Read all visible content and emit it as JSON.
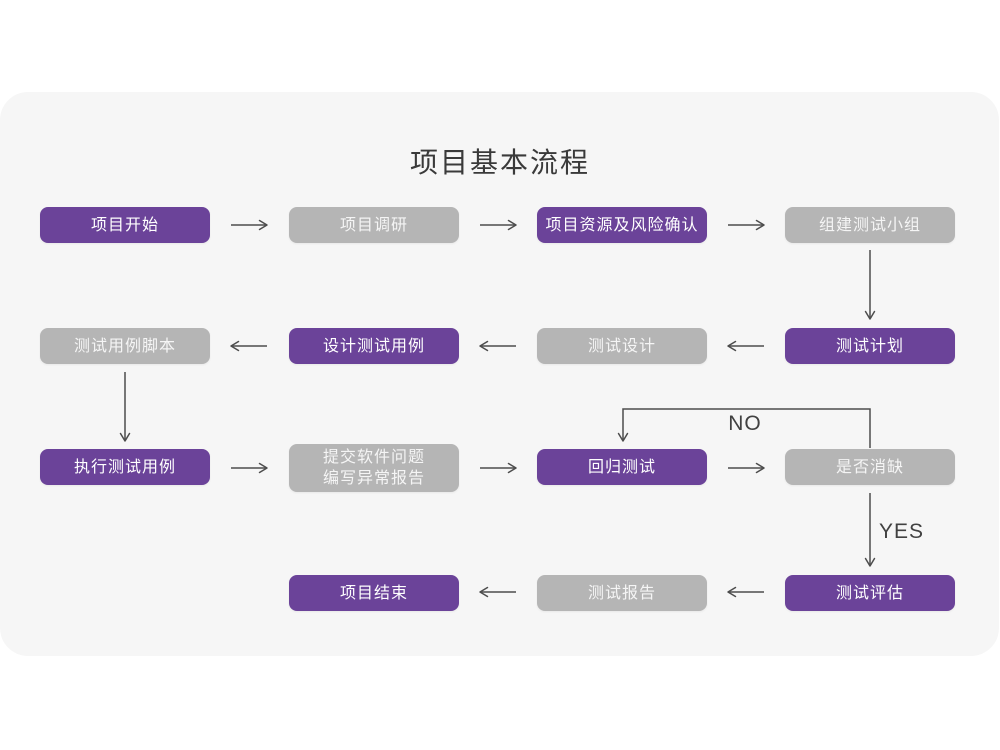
{
  "page": {
    "title": "项目基本流程"
  },
  "flowchart": {
    "nodes": [
      {
        "id": "project-start",
        "label": "项目开始",
        "style": "primary"
      },
      {
        "id": "project-research",
        "label": "项目调研",
        "style": "secondary"
      },
      {
        "id": "resource-risk",
        "label": "项目资源及风险确认",
        "style": "primary"
      },
      {
        "id": "build-test-team",
        "label": "组建测试小组",
        "style": "secondary"
      },
      {
        "id": "test-plan",
        "label": "测试计划",
        "style": "primary"
      },
      {
        "id": "test-design",
        "label": "测试设计",
        "style": "secondary"
      },
      {
        "id": "design-test-case",
        "label": "设计测试用例",
        "style": "primary"
      },
      {
        "id": "test-case-script",
        "label": "测试用例脚本",
        "style": "secondary"
      },
      {
        "id": "execute-test-case",
        "label": "执行测试用例",
        "style": "primary"
      },
      {
        "id": "submit-issues",
        "label": "提交软件问题\n编写异常报告",
        "style": "secondary"
      },
      {
        "id": "regression-test",
        "label": "回归测试",
        "style": "primary"
      },
      {
        "id": "defect-cleared",
        "label": "是否消缺",
        "style": "secondary"
      },
      {
        "id": "test-evaluation",
        "label": "测试评估",
        "style": "primary"
      },
      {
        "id": "test-report",
        "label": "测试报告",
        "style": "secondary"
      },
      {
        "id": "project-end",
        "label": "项目结束",
        "style": "primary"
      }
    ],
    "labels": {
      "no": "NO",
      "yes": "YES"
    },
    "edges": [
      {
        "from": "project-start",
        "to": "project-research"
      },
      {
        "from": "project-research",
        "to": "resource-risk"
      },
      {
        "from": "resource-risk",
        "to": "build-test-team"
      },
      {
        "from": "build-test-team",
        "to": "test-plan"
      },
      {
        "from": "test-plan",
        "to": "test-design"
      },
      {
        "from": "test-design",
        "to": "design-test-case"
      },
      {
        "from": "design-test-case",
        "to": "test-case-script"
      },
      {
        "from": "test-case-script",
        "to": "execute-test-case"
      },
      {
        "from": "execute-test-case",
        "to": "submit-issues"
      },
      {
        "from": "submit-issues",
        "to": "regression-test"
      },
      {
        "from": "regression-test",
        "to": "defect-cleared"
      },
      {
        "from": "defect-cleared",
        "to": "regression-test",
        "label": "NO"
      },
      {
        "from": "defect-cleared",
        "to": "test-evaluation",
        "label": "YES"
      },
      {
        "from": "test-evaluation",
        "to": "test-report"
      },
      {
        "from": "test-report",
        "to": "project-end"
      }
    ]
  },
  "colors": {
    "primary": "#6b4399",
    "secondary": "#b5b5b5",
    "arrow": "#4d4d4d",
    "card_bg": "#f6f6f6",
    "page_bg": "#ffffff",
    "title_text": "#3a3a3a",
    "label_text": "#414141",
    "node_text": "#ffffff",
    "secondary_text": "#f5f5f5"
  }
}
